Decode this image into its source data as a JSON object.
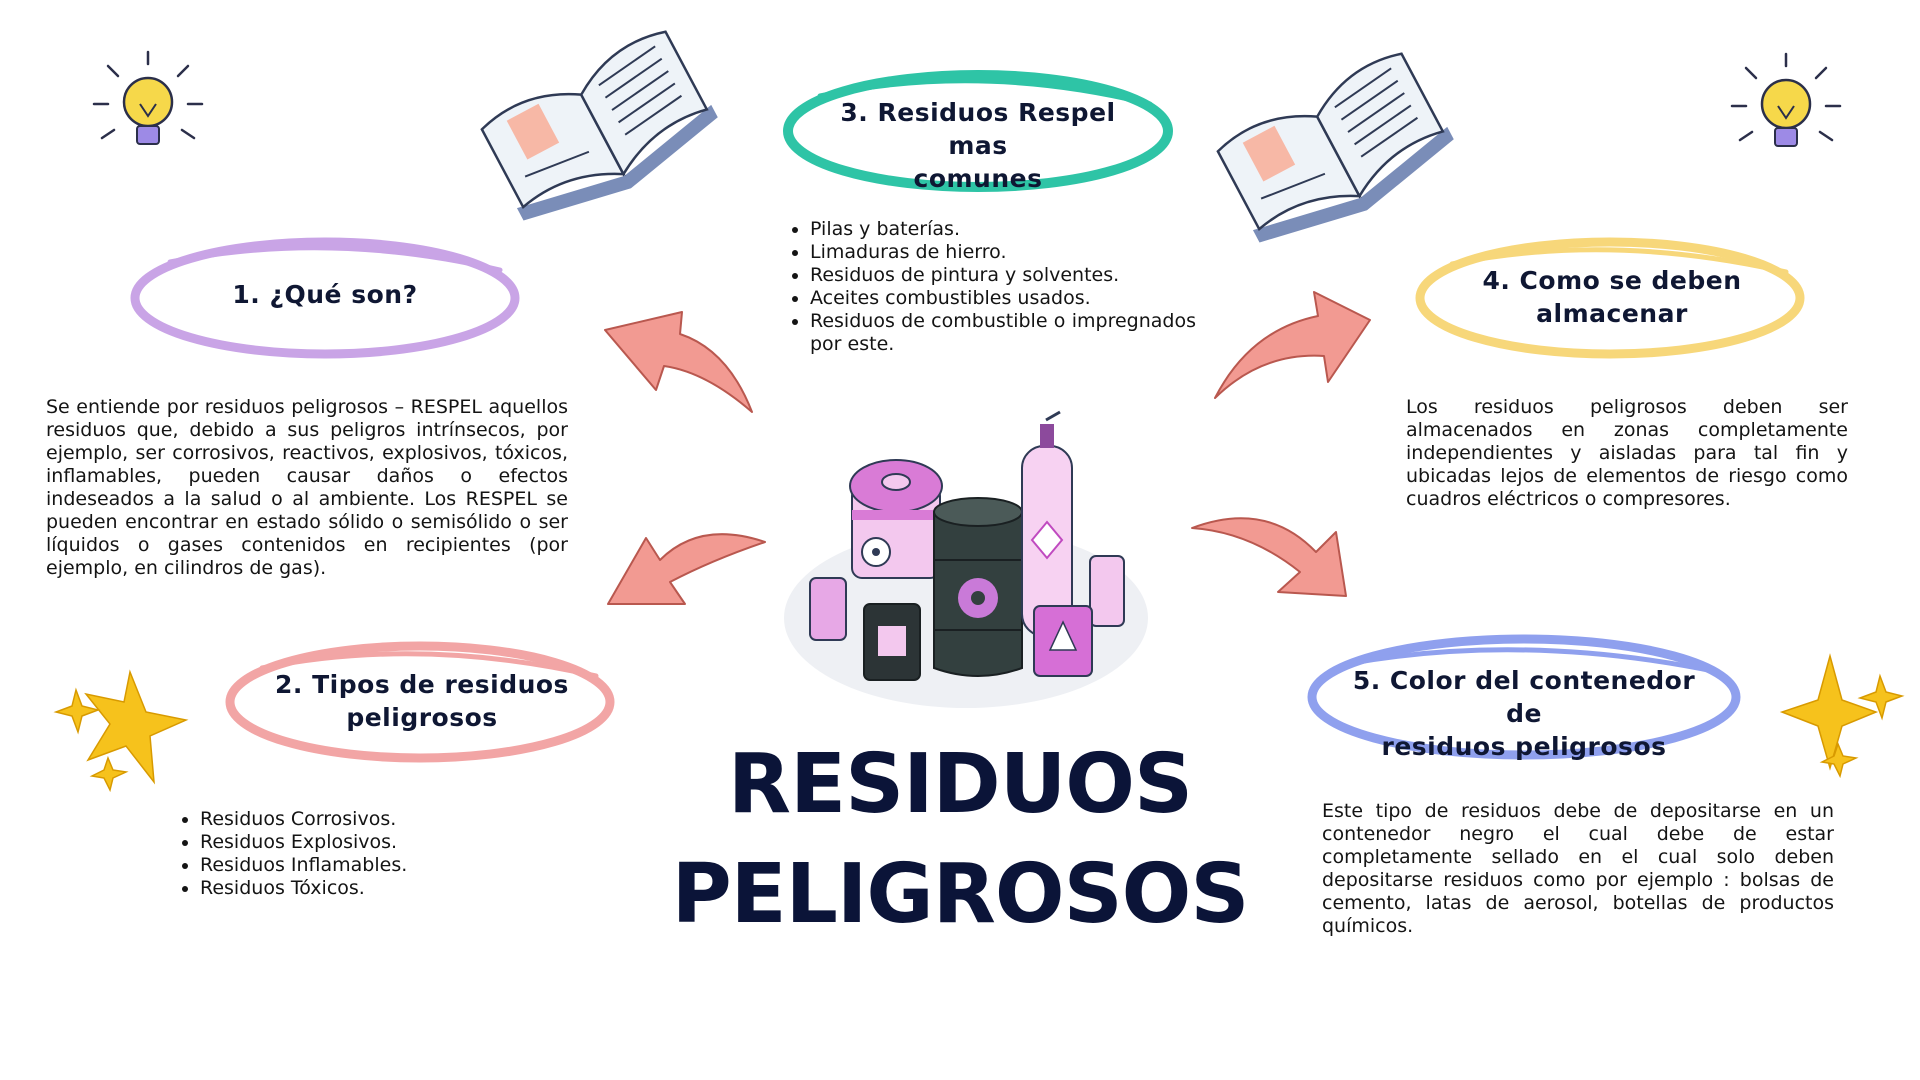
{
  "title": {
    "line1": "RESIDUOS",
    "line2": "PELIGROSOS"
  },
  "sections": {
    "s1": {
      "heading": "1. ¿Qué son?",
      "text": " Se entiende por residuos peligrosos – RESPEL aquellos residuos que, debido a sus peligros intrínsecos, por ejemplo, ser corrosivos, reactivos, explosivos, tóxicos, inflamables, pueden causar daños o efectos indeseados a la salud o al ambiente. Los RESPEL se pueden encontrar en estado sólido o semisólido o ser líquidos o gases contenidos en recipientes (por ejemplo, en cilindros de gas).",
      "ring_color": "#c9a4e6"
    },
    "s2": {
      "heading_line1": "2. Tipos de residuos",
      "heading_line2": "peligrosos",
      "items": [
        "Residuos Corrosivos.",
        "Residuos Explosivos.",
        "Residuos Inflamables.",
        "Residuos Tóxicos."
      ],
      "ring_color": "#f2a5a5"
    },
    "s3": {
      "heading_line1": "3.  Residuos Respel mas",
      "heading_line2": "comunes",
      "items": [
        "Pilas y baterías.",
        "Limaduras de hierro.",
        "Residuos de pintura y solventes.",
        "Aceites combustibles usados.",
        "Residuos de combustible o impregnados por este."
      ],
      "ring_color": "#2ec4a6"
    },
    "s4": {
      "heading_line1": "4. Como se deben",
      "heading_line2": "almacenar",
      "text": "Los residuos peligrosos deben ser almacenados en zonas completamente independientes y aisladas para tal fin y ubicadas lejos de elementos de riesgo como cuadros eléctricos o compresores.",
      "ring_color": "#f7d77a"
    },
    "s5": {
      "heading_line1": "5. Color del contenedor de",
      "heading_line2": "residuos peligrosos",
      "text": "Este tipo de residuos debe de depositarse en un contenedor negro el cual debe de estar completamente sellado en el cual  solo deben depositarse residuos como por ejemplo : bolsas de cemento, latas de aerosol, botellas de productos químicos.",
      "ring_color": "#8fa0ee"
    }
  },
  "colors": {
    "arrow": "#f29a92",
    "title": "#0b1438",
    "star": "#f6c21c",
    "bulb": "#f6d84a"
  },
  "icons": [
    "lightbulb-icon",
    "open-book-icon",
    "sparkle-stars-icon",
    "curved-arrow-icon",
    "hazardous-containers-illustration"
  ]
}
